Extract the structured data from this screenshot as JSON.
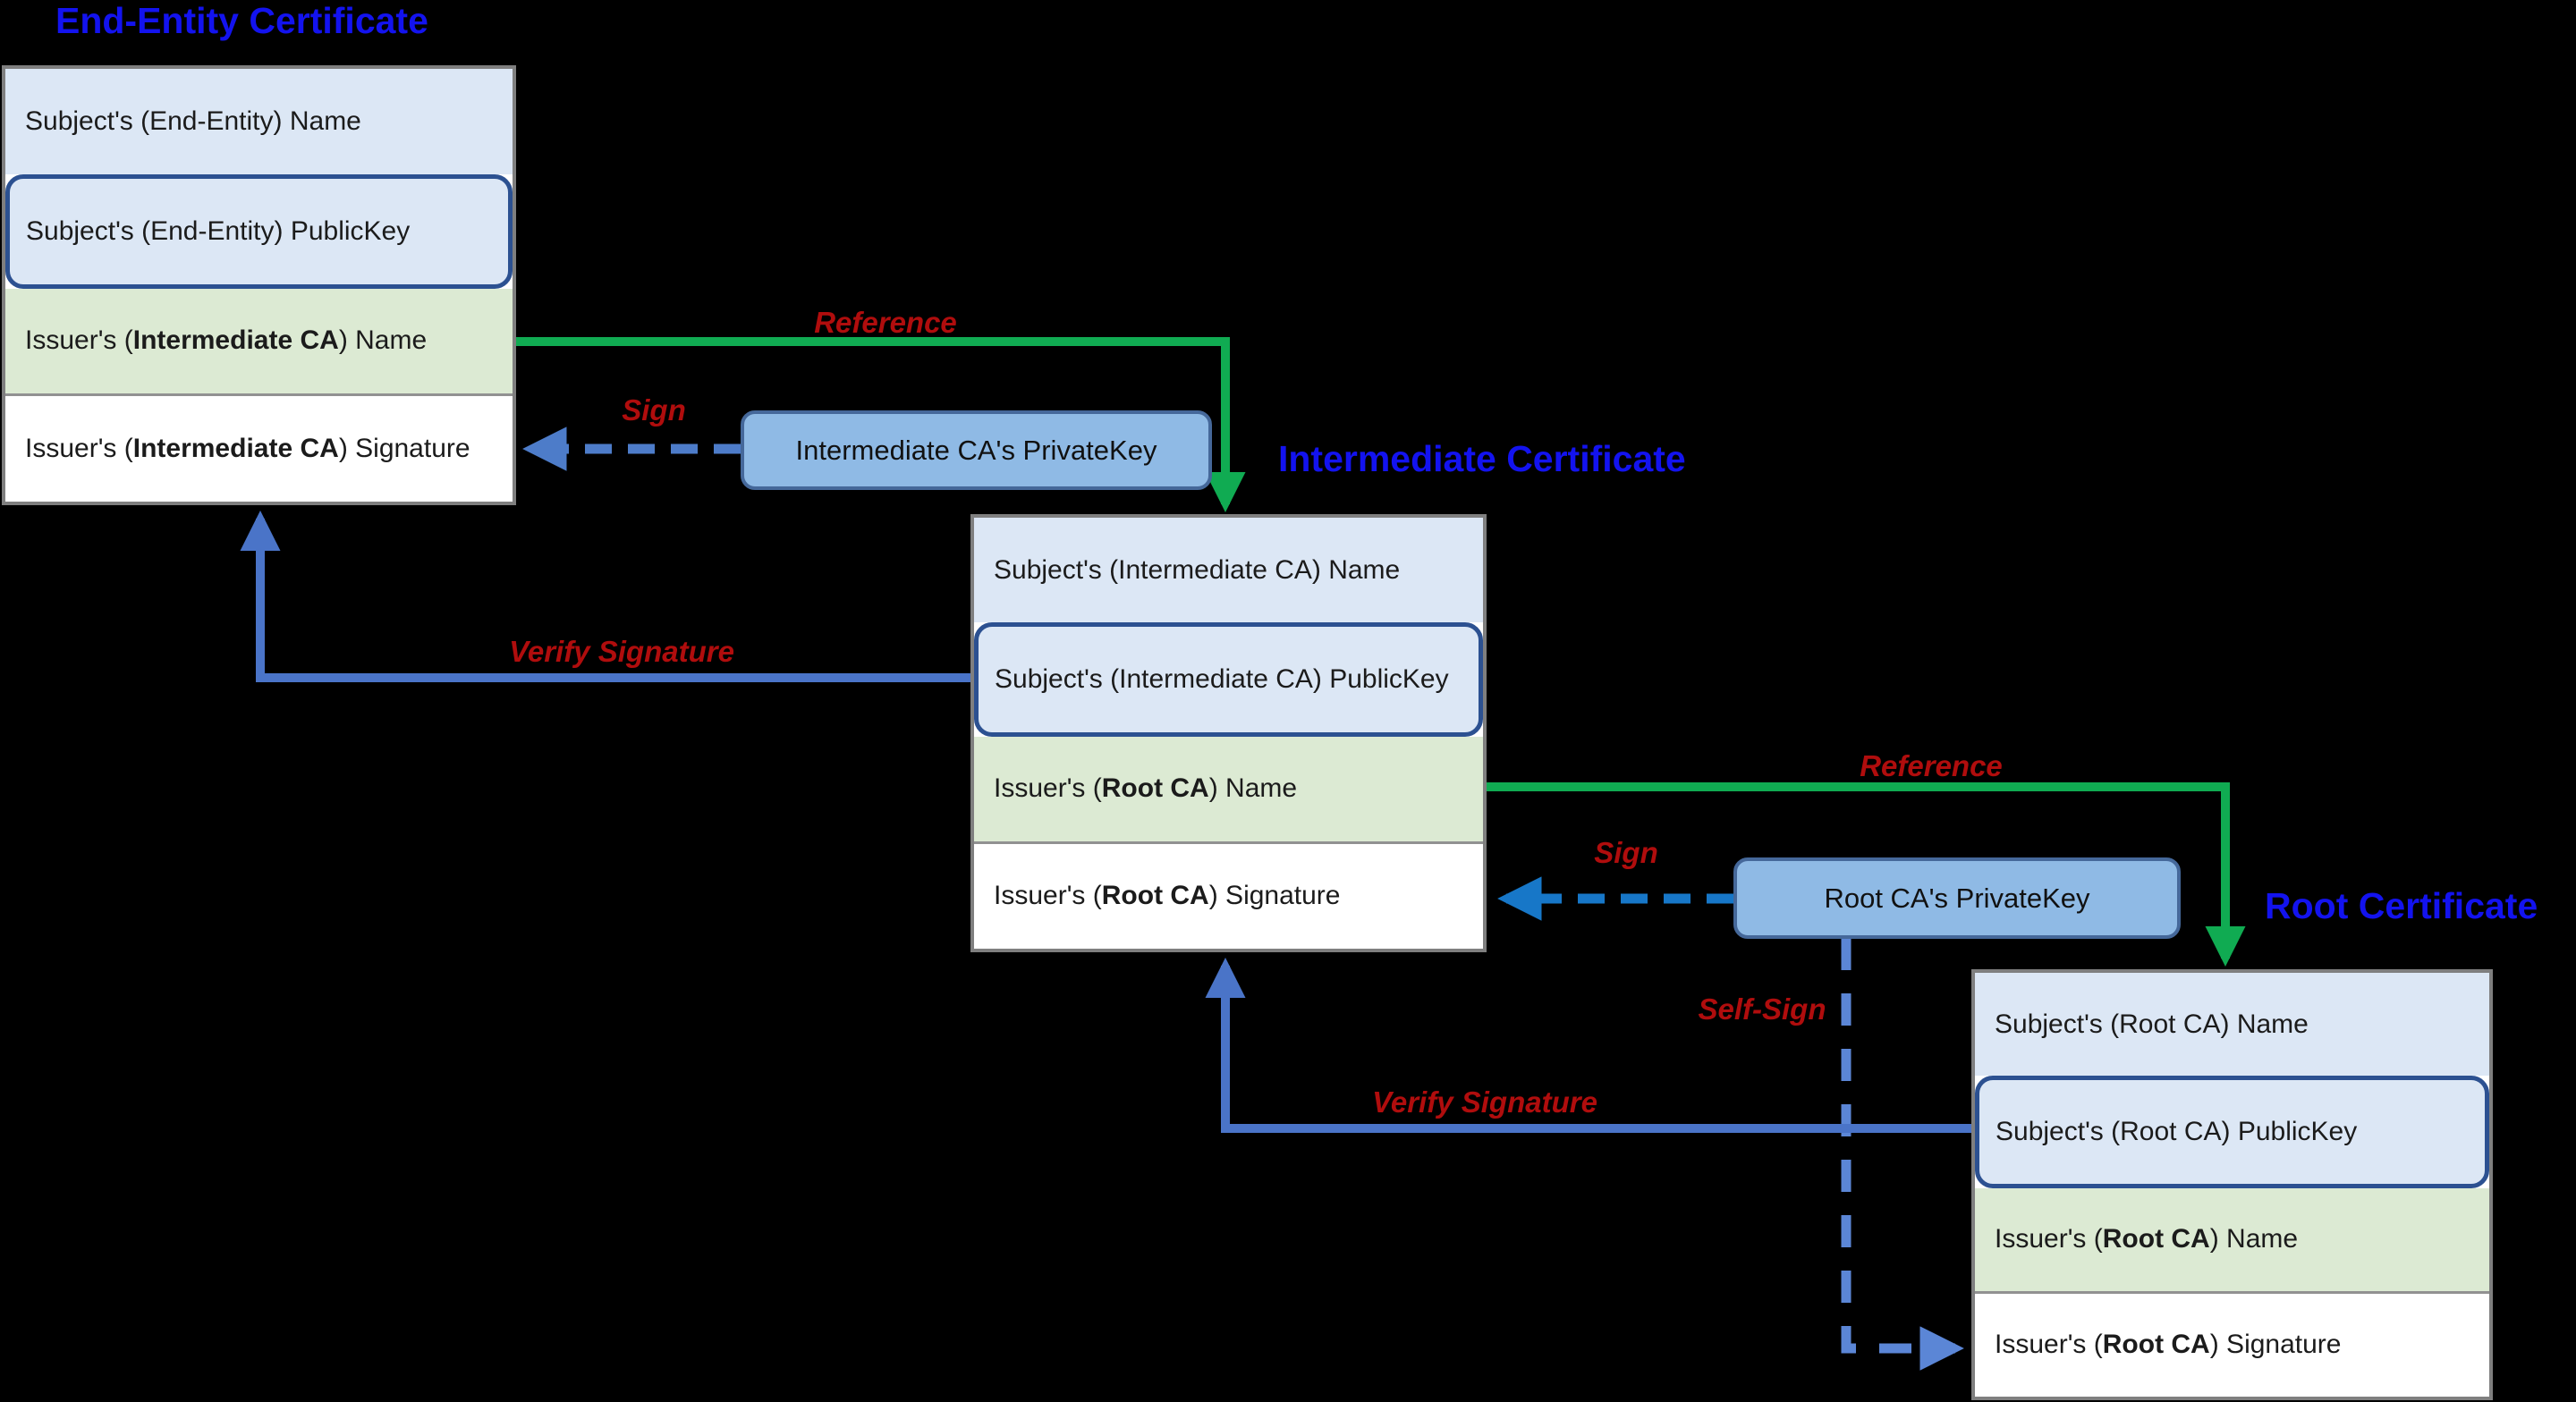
{
  "certificates": [
    {
      "title": "End-Entity Certificate",
      "rows": [
        {
          "pre": "Subject's (End-Entity) Name",
          "bold": "",
          "post": ""
        },
        {
          "pre": "Subject's (End-Entity) PublicKey",
          "bold": "",
          "post": ""
        },
        {
          "pre": "Issuer's (",
          "bold": "Intermediate CA",
          "post": ") Name"
        },
        {
          "pre": "Issuer's (",
          "bold": "Intermediate CA",
          "post": ") Signature"
        }
      ]
    },
    {
      "title": "Intermediate Certificate",
      "rows": [
        {
          "pre": "Subject's (Intermediate CA) Name",
          "bold": "",
          "post": ""
        },
        {
          "pre": "Subject's (Intermediate CA) PublicKey",
          "bold": "",
          "post": ""
        },
        {
          "pre": "Issuer's (",
          "bold": "Root CA",
          "post": ") Name"
        },
        {
          "pre": "Issuer's (",
          "bold": "Root CA",
          "post": ") Signature"
        }
      ]
    },
    {
      "title": "Root Certificate",
      "rows": [
        {
          "pre": "Subject's (Root CA) Name",
          "bold": "",
          "post": ""
        },
        {
          "pre": "Subject's (Root CA) PublicKey",
          "bold": "",
          "post": ""
        },
        {
          "pre": "Issuer's (",
          "bold": "Root CA",
          "post": ") Name"
        },
        {
          "pre": "Issuer's (",
          "bold": "Root CA",
          "post": ") Signature"
        }
      ]
    }
  ],
  "private_keys": [
    {
      "label": "Intermediate CA's PrivateKey"
    },
    {
      "label": "Root CA's PrivateKey"
    }
  ],
  "arrow_labels": {
    "reference1": "Reference",
    "sign1": "Sign",
    "verify1": "Verify Signature",
    "reference2": "Reference",
    "sign2": "Sign",
    "self_sign": "Self-Sign",
    "verify2": "Verify Signature"
  },
  "colors": {
    "background": "#000000",
    "title_blue": "#1313ef",
    "label_red": "#b00d0d",
    "row_blue_fill": "#dce7f5",
    "row_green_fill": "#dcead3",
    "row_white_fill": "#ffffff",
    "publickey_border": "#2c5191",
    "privatekey_fill": "#8fbae5",
    "privatekey_border": "#45689a",
    "box_border_gray": "#7f7f7f",
    "reference_green": "#10ab52",
    "verify_blue": "#4a74c8",
    "sign1_blue": "#4d7cc9",
    "sign2_blue": "#1777c8",
    "selfsign_blue": "#5b86d6"
  }
}
